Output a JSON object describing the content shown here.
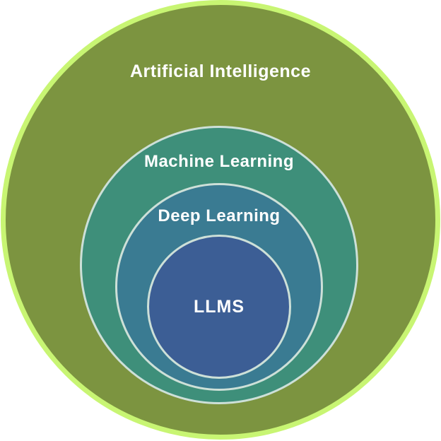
{
  "page": {
    "background": "#ffffff",
    "text_color": "#ffffff"
  },
  "diagram": {
    "type": "nested-circles",
    "rings": [
      {
        "id": "artificial-intelligence",
        "label": "Artificial Intelligence",
        "fill": "#7c9440",
        "border": "#c8f573",
        "level": 1
      },
      {
        "id": "machine-learning",
        "label": "Machine Learning",
        "fill": "#3e8f7a",
        "border": "#cde0d8",
        "level": 2
      },
      {
        "id": "deep-learning",
        "label": "Deep Learning",
        "fill": "#3a7b92",
        "border": "#cde0d8",
        "level": 3
      },
      {
        "id": "llms",
        "label": "LLMS",
        "fill": "#3c5e95",
        "border": "#cde0d8",
        "level": 4
      }
    ]
  }
}
